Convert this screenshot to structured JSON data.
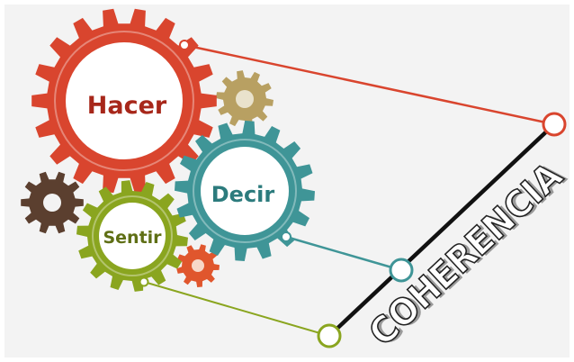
{
  "diagram": {
    "labels": {
      "hacer": "Hacer",
      "decir": "Decir",
      "sentir": "Sentir",
      "coherencia": "COHERENCIA"
    },
    "colors": {
      "background": "#f3f3f3",
      "hacer": "#d9452e",
      "decir": "#3f9597",
      "sentir": "#8aa51f",
      "small_orange": "#e0562d",
      "small_tan": "#b8a062",
      "small_brown": "#5b3f2f",
      "axis": "#111111",
      "hacer_text": "#a7271a",
      "decir_text": "#2c7b7d",
      "sentir_text": "#5f6f15"
    }
  }
}
